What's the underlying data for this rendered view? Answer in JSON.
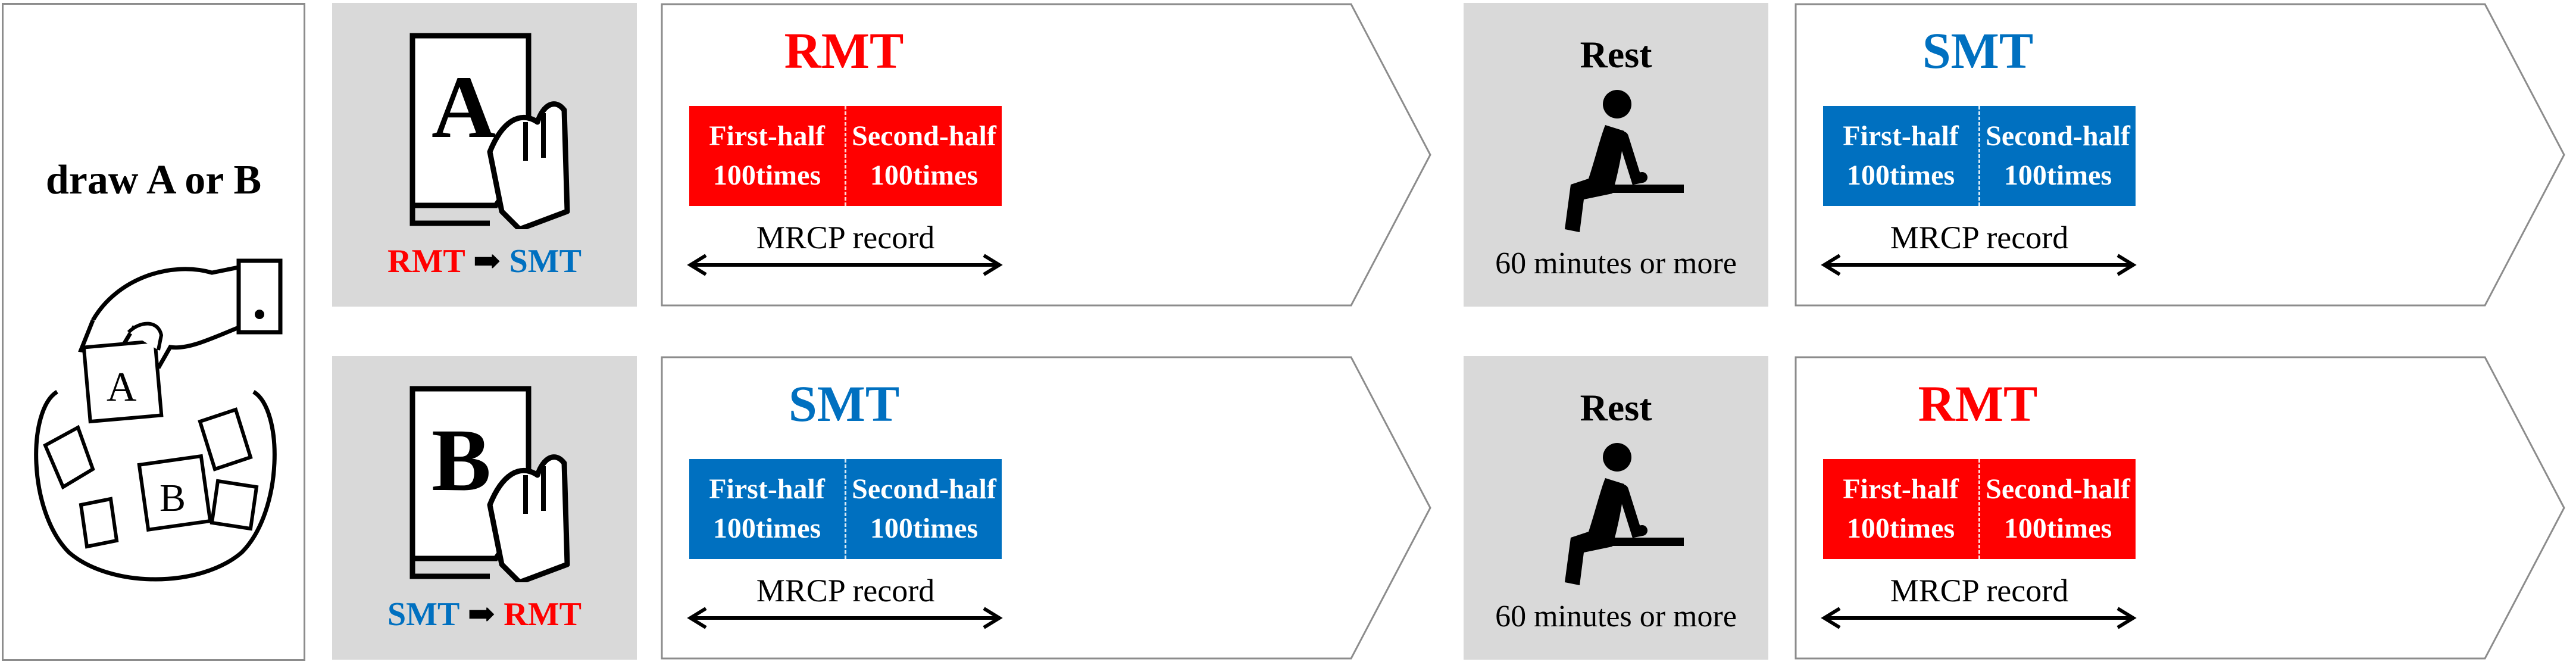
{
  "colors": {
    "rmt": "#ff0000",
    "smt": "#0070c0",
    "panel_gray": "#d9d9d9",
    "outline": "#8c8c8c"
  },
  "draw": {
    "title": "draw A or B",
    "ticket_a": "A",
    "ticket_b": "B"
  },
  "rows": [
    {
      "card_letter": "A",
      "order": {
        "first": "RMT",
        "arrow": "➡",
        "second": "SMT"
      },
      "first_block": {
        "task": "RMT",
        "first_half": [
          "First-half",
          "100times"
        ],
        "second_half": [
          "Second-half",
          "100times"
        ],
        "record": "MRCP record"
      },
      "rest": {
        "title": "Rest",
        "subtitle": "60 minutes or more",
        "icon": "seated-person-icon"
      },
      "second_block": {
        "task": "SMT",
        "first_half": [
          "First-half",
          "100times"
        ],
        "second_half": [
          "Second-half",
          "100times"
        ],
        "record": "MRCP record"
      }
    },
    {
      "card_letter": "B",
      "order": {
        "first": "SMT",
        "arrow": "➡",
        "second": "RMT"
      },
      "first_block": {
        "task": "SMT",
        "first_half": [
          "First-half",
          "100times"
        ],
        "second_half": [
          "Second-half",
          "100times"
        ],
        "record": "MRCP record"
      },
      "rest": {
        "title": "Rest",
        "subtitle": "60 minutes or more",
        "icon": "seated-person-icon"
      },
      "second_block": {
        "task": "RMT",
        "first_half": [
          "First-half",
          "100times"
        ],
        "second_half": [
          "Second-half",
          "100times"
        ],
        "record": "MRCP record"
      }
    }
  ]
}
